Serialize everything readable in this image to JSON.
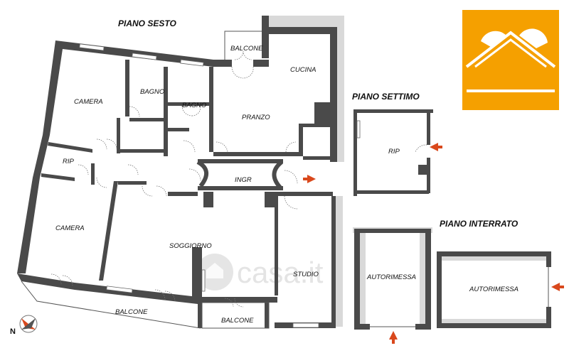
{
  "titles": {
    "sixth": "PIANO SESTO",
    "seventh": "PIANO SETTIMO",
    "basement": "PIANO INTERRATO"
  },
  "rooms": {
    "balcone_top": "BALCONE",
    "cucina": "CUCINA",
    "camera_top": "CAMERA",
    "bagno_1": "BAGNO",
    "bagno_2": "BAGNO",
    "pranzo": "PRANZO",
    "rip": "RIP",
    "ingr": "INGR",
    "camera_bottom": "CAMERA",
    "soggiorno": "SOGGIORNO",
    "studio": "STUDIO",
    "balcone_bottom": "BALCONE",
    "balcone_small": "BALCONE",
    "rip_seventh": "RIP",
    "autorimessa_1": "AUTORIMESSA",
    "autorimessa_2": "AUTORIMESSA"
  },
  "watermark": "casa.it",
  "compass": "N",
  "colors": {
    "logo_bg": "#f5a000",
    "walls": "#4a4a4a",
    "arrows": "#d9481c"
  }
}
